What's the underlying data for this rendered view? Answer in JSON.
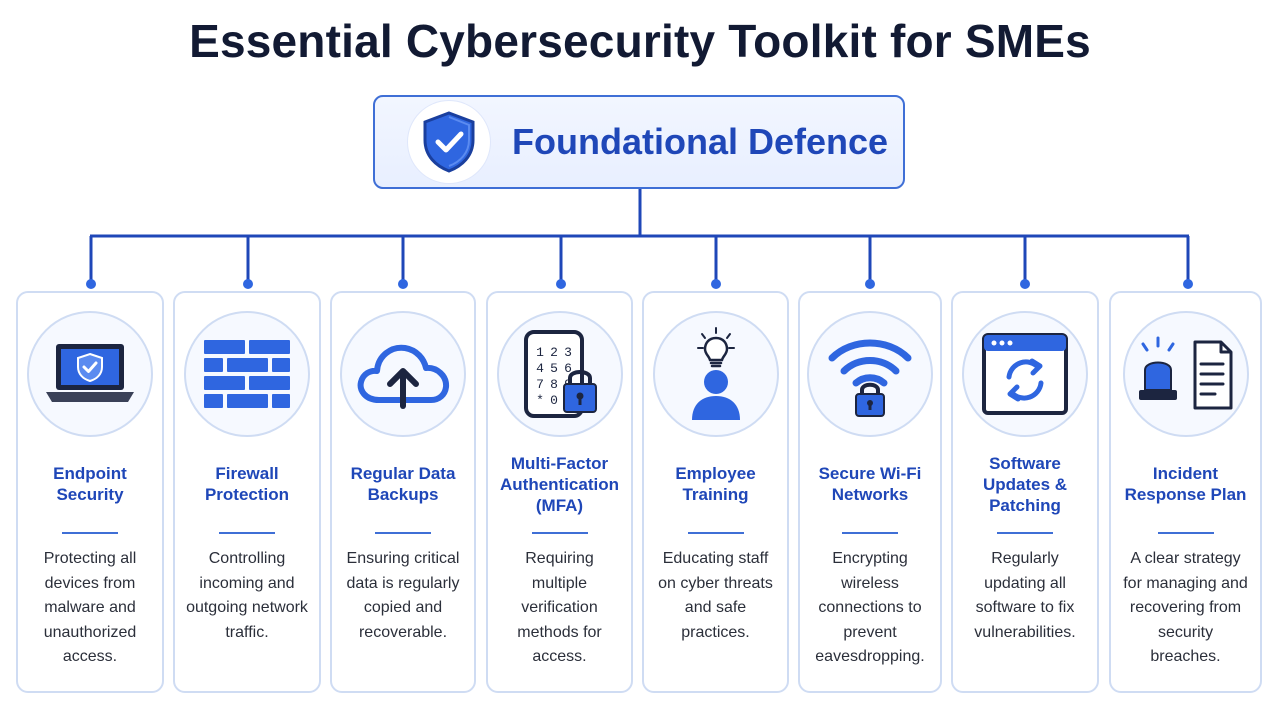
{
  "title": "Essential Cybersecurity Toolkit for SMEs",
  "root": {
    "label": "Foundational Defence",
    "icon": "shield-check-icon"
  },
  "colors": {
    "accent": "#1f47b8",
    "line": "#3f6fd6",
    "border": "#cfdcf3",
    "title": "#121a33"
  },
  "cards": [
    {
      "title": "Endpoint Security",
      "description": "Protecting all devices from malware and unauthorized access.",
      "icon": "laptop-shield-icon"
    },
    {
      "title": "Firewall Protection",
      "description": "Controlling incoming and outgoing network traffic.",
      "icon": "brick-wall-icon"
    },
    {
      "title": "Regular Data Backups",
      "description": "Ensuring critical data is regularly copied and recoverable.",
      "icon": "cloud-upload-icon"
    },
    {
      "title": "Multi-Factor Authentication (MFA)",
      "description": "Requiring multiple verification methods for access.",
      "icon": "phone-keypad-lock-icon"
    },
    {
      "title": "Employee Training",
      "description": "Educating staff on cyber threats and safe practices.",
      "icon": "person-lightbulb-icon"
    },
    {
      "title": "Secure Wi-Fi Networks",
      "description": "Encrypting wireless connections to prevent eavesdropping.",
      "icon": "wifi-lock-icon"
    },
    {
      "title": "Software Updates & Patching",
      "description": "Regularly updating all software to fix vulnerabilities.",
      "icon": "browser-refresh-icon"
    },
    {
      "title": "Incident Response Plan",
      "description": "A clear strategy for managing and recovering from security breaches.",
      "icon": "siren-document-icon"
    }
  ]
}
